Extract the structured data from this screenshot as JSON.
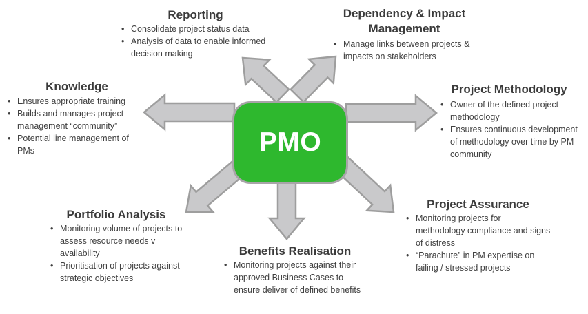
{
  "diagram": {
    "center": {
      "label": "PMO"
    },
    "colors": {
      "box_fill": "#2eb82e",
      "box_border": "#a8a4a8",
      "arrow_fill": "#c9c9cb",
      "arrow_border": "#9e9e9e",
      "text": "#3f3f3f",
      "pmo_text": "#ffffff"
    },
    "arrows": [
      "up-left",
      "up-right",
      "left",
      "right",
      "down-left",
      "down",
      "down-right"
    ],
    "sections": [
      {
        "id": "reporting",
        "title": "Reporting",
        "bullets": [
          "Consolidate project status data",
          "Analysis of data to enable informed decision making"
        ]
      },
      {
        "id": "dependency",
        "title": "Dependency & Impact Management",
        "bullets": [
          "Manage links between projects & impacts on stakeholders"
        ]
      },
      {
        "id": "knowledge",
        "title": "Knowledge",
        "bullets": [
          "Ensures appropriate training",
          "Builds and manages project management “community”",
          "Potential line management of PMs"
        ]
      },
      {
        "id": "methodology",
        "title": "Project Methodology",
        "bullets": [
          "Owner of the defined project methodology",
          "Ensures continuous development of methodology over time by PM community"
        ]
      },
      {
        "id": "portfolio",
        "title": "Portfolio Analysis",
        "bullets": [
          "Monitoring volume of projects to assess resource needs v availability",
          "Prioritisation of projects against strategic objectives"
        ]
      },
      {
        "id": "benefits",
        "title": "Benefits Realisation",
        "bullets": [
          "Monitoring projects against their approved Business Cases to ensure deliver of defined benefits"
        ]
      },
      {
        "id": "assurance",
        "title": "Project Assurance",
        "bullets": [
          "Monitoring projects for methodology compliance and signs of distress",
          "“Parachute” in PM expertise on failing / stressed projects"
        ]
      }
    ]
  }
}
